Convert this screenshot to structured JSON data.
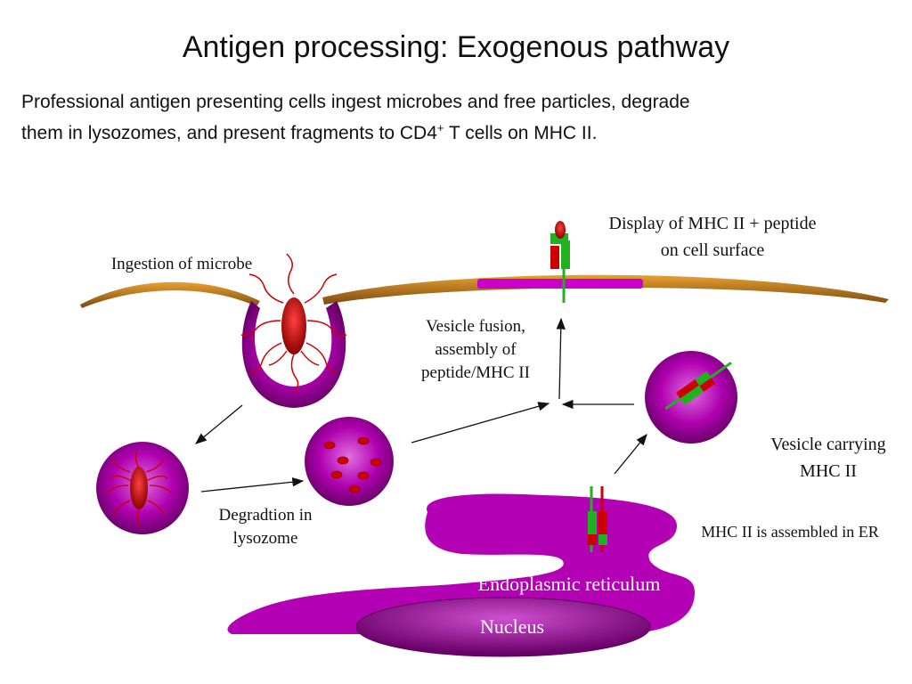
{
  "title": "Antigen processing: Exogenous pathway",
  "subtitle": {
    "line1": "Professional antigen presenting cells ingest microbes and free particles, degrade",
    "line2_pre": "them in lysozomes, and present fragments to CD4",
    "line2_sup": "+",
    "line2_post": " T cells on MHC II."
  },
  "labels": {
    "ingestion": "Ingestion of microbe",
    "display_line1": "Display of MHC II + peptide",
    "display_line2": "on cell surface",
    "fusion_line1": "Vesicle fusion,",
    "fusion_line2": "assembly of",
    "fusion_line3": "peptide/MHC II",
    "vesicle_line1": "Vesicle carrying",
    "vesicle_line2": "MHC II",
    "degradation_line1": "Degradtion in",
    "degradation_line2": "lysozome",
    "mhc_er": "MHC II is assembled in ER",
    "er": "Endoplasmic reticulum",
    "nucleus": "Nucleus"
  },
  "colors": {
    "membrane": "#d4902a",
    "vesicle_purple": "#b000b0",
    "microbe_red": "#cc0000",
    "mhc_green": "#20b020",
    "arrow": "#111111"
  }
}
